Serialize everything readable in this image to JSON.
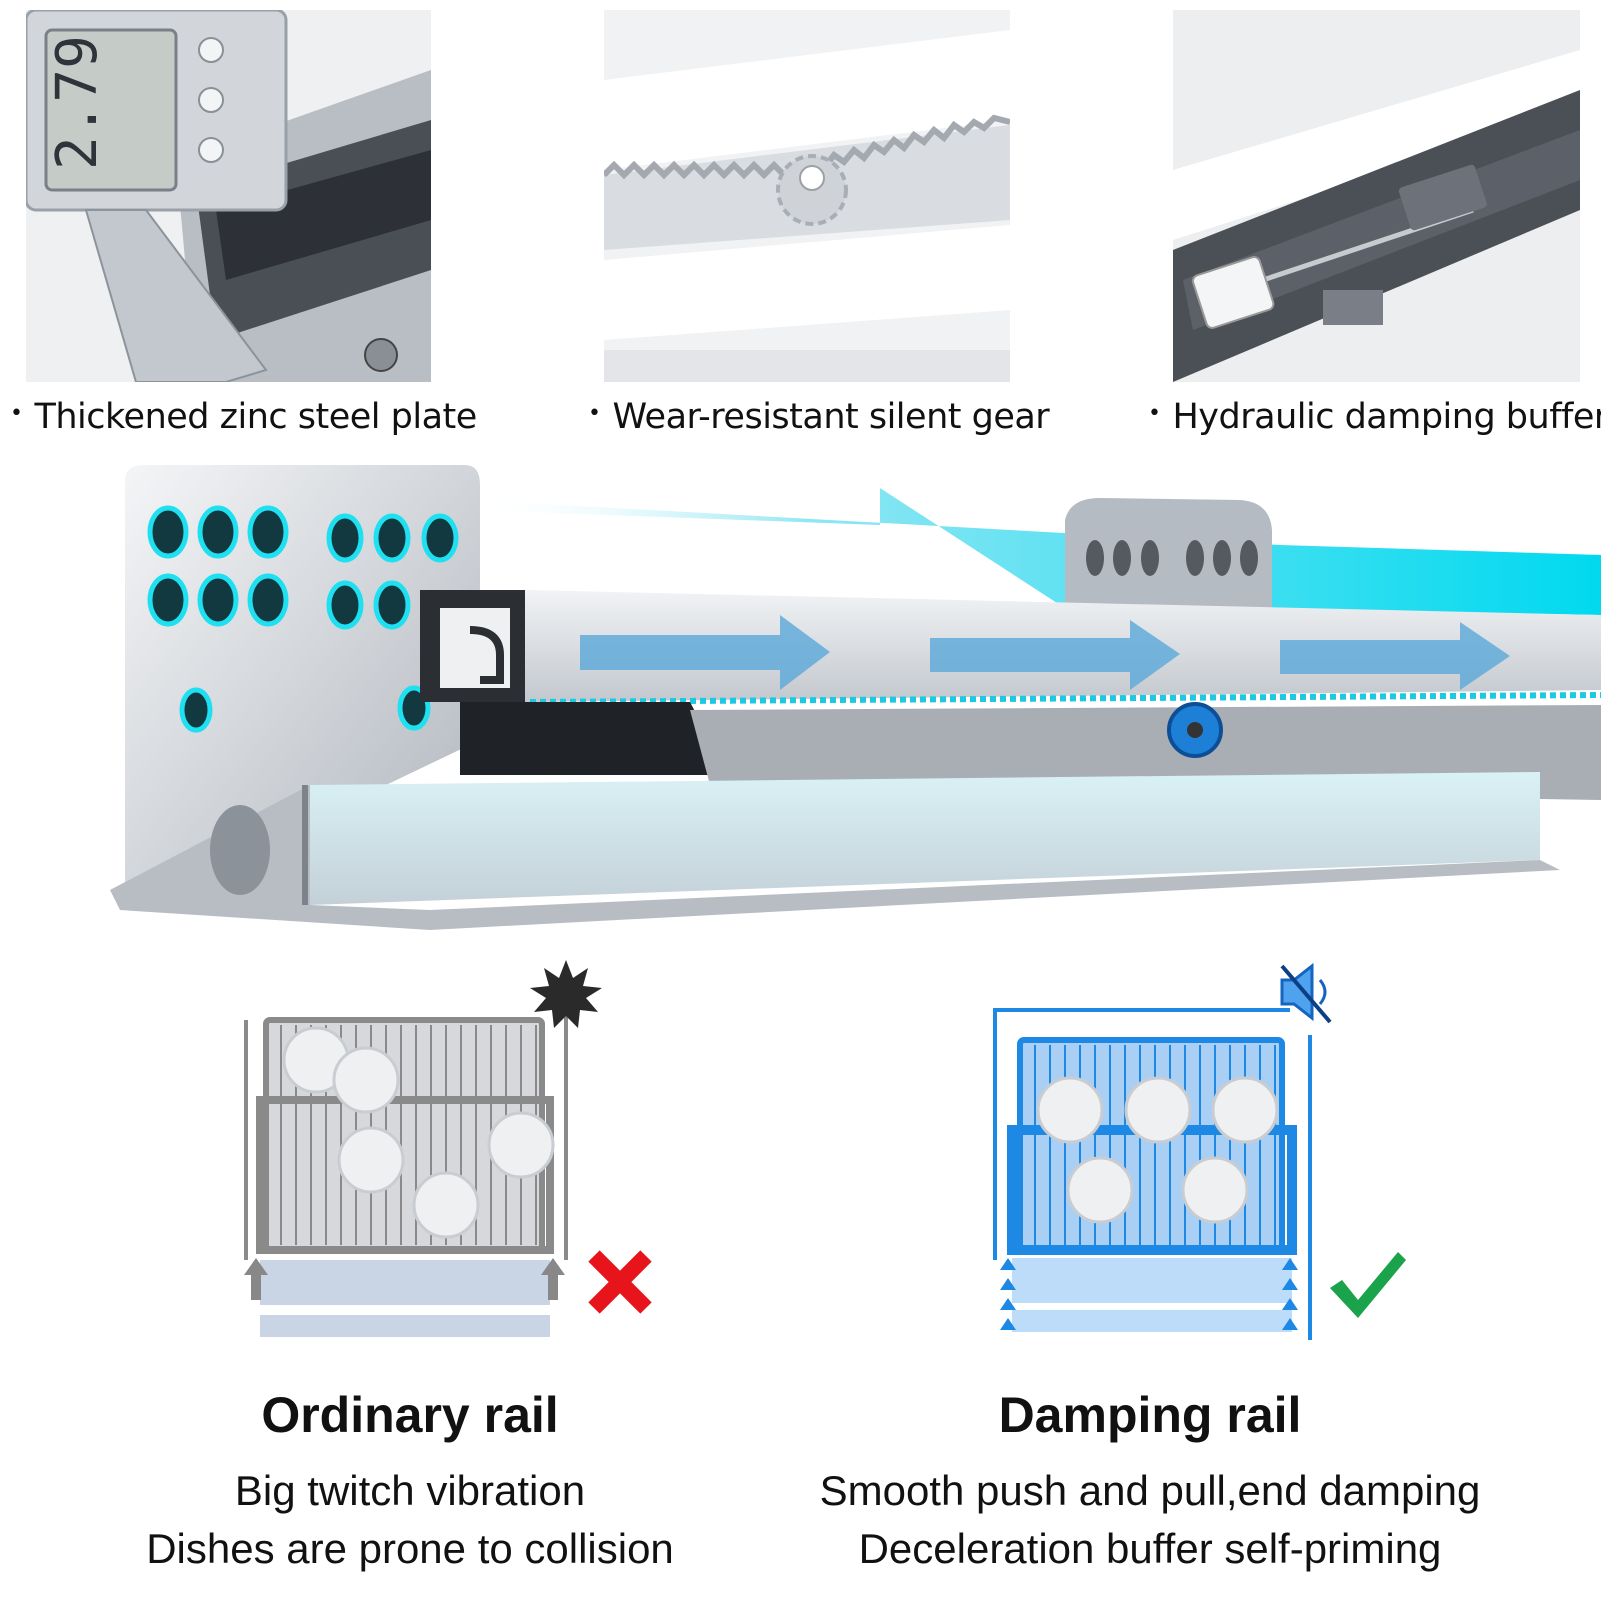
{
  "features": [
    {
      "label": "Thickened zinc steel plate",
      "icon": "caliper-measurement-photo"
    },
    {
      "label": "Wear-resistant silent gear",
      "icon": "gear-rack-photo"
    },
    {
      "label": "Hydraulic damping buffer",
      "icon": "hydraulic-buffer-photo"
    }
  ],
  "caliper_reading": "2.79",
  "bullet": "•",
  "comparison": {
    "ordinary": {
      "title": "Ordinary rail",
      "line1": "Big twitch vibration",
      "line2": "Dishes are prone to collision",
      "mark_icon": "red-x-icon",
      "mark_color": "#e8141b"
    },
    "damping": {
      "title": "Damping rail",
      "line1": "Smooth push and pull,end damping",
      "line2": "Deceleration buffer self-priming",
      "mark_icon": "green-check-icon",
      "mark_color": "#1aa34a"
    }
  },
  "colors": {
    "accent_cyan": "#19d6ea",
    "accent_blue": "#1e88e5",
    "steel": "#c9ced4",
    "ordinary_gray": "#9a9a9a"
  }
}
